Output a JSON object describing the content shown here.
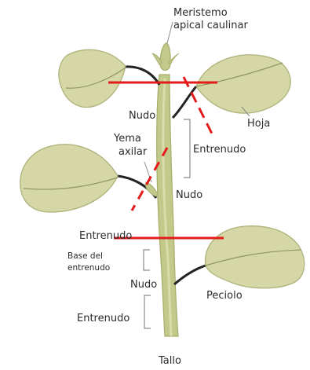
{
  "diagram": {
    "labels": {
      "meristem_line1": "Meristemo",
      "meristem_line2": "apical caulinar",
      "node_top": "Nudo",
      "leaf": "Hoja",
      "bud_line1": "Yema",
      "bud_line2": "axilar",
      "internode_right": "Entrenudo",
      "node_middle": "Nudo",
      "internode_left": "Entrenudo",
      "internode_base_line1": "Base del",
      "internode_base_line2": "entrenudo",
      "node_lower": "Nudo",
      "petiole": "Peciolo",
      "internode_bottom": "Entrenudo",
      "stem": "Tallo"
    },
    "colors": {
      "stem": "#c3c98a",
      "stem_shade": "#a6ad6a",
      "leaf": "#d5d8a6",
      "leaf_shade": "#aeb27a",
      "vein": "#8f9660",
      "petiole": "#222222",
      "annotation_red": "#e41b1b",
      "bracket": "#8a8a8a"
    }
  }
}
